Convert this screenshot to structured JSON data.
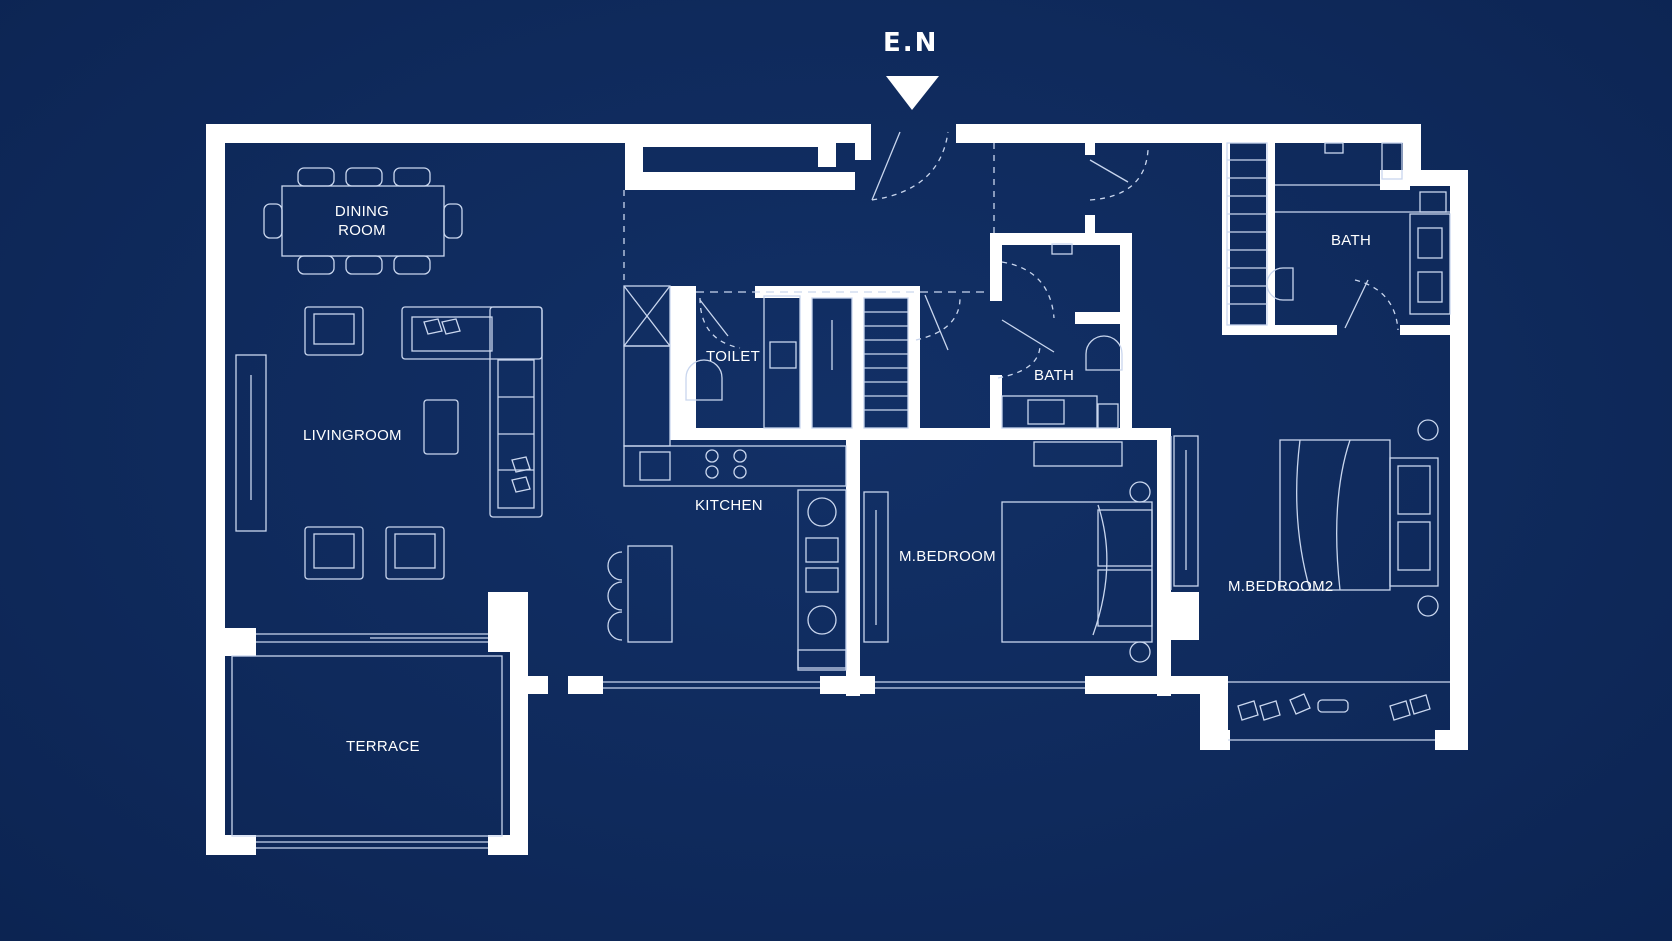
{
  "compass": {
    "label": "E.N"
  },
  "rooms": {
    "dining_line1": "DINING",
    "dining_line2": "ROOM",
    "living": "LIVINGROOM",
    "toilet": "TOILET",
    "kitchen": "KITCHEN",
    "bath_center": "BATH",
    "bath_right": "BATH",
    "master_bedroom": "M.BEDROOM",
    "master_bedroom_2": "M.BEDROOM2",
    "terrace": "TERRACE"
  },
  "colors": {
    "background": "#0f2a5c",
    "walls": "#ffffff",
    "lines": "#c9d6ee"
  }
}
